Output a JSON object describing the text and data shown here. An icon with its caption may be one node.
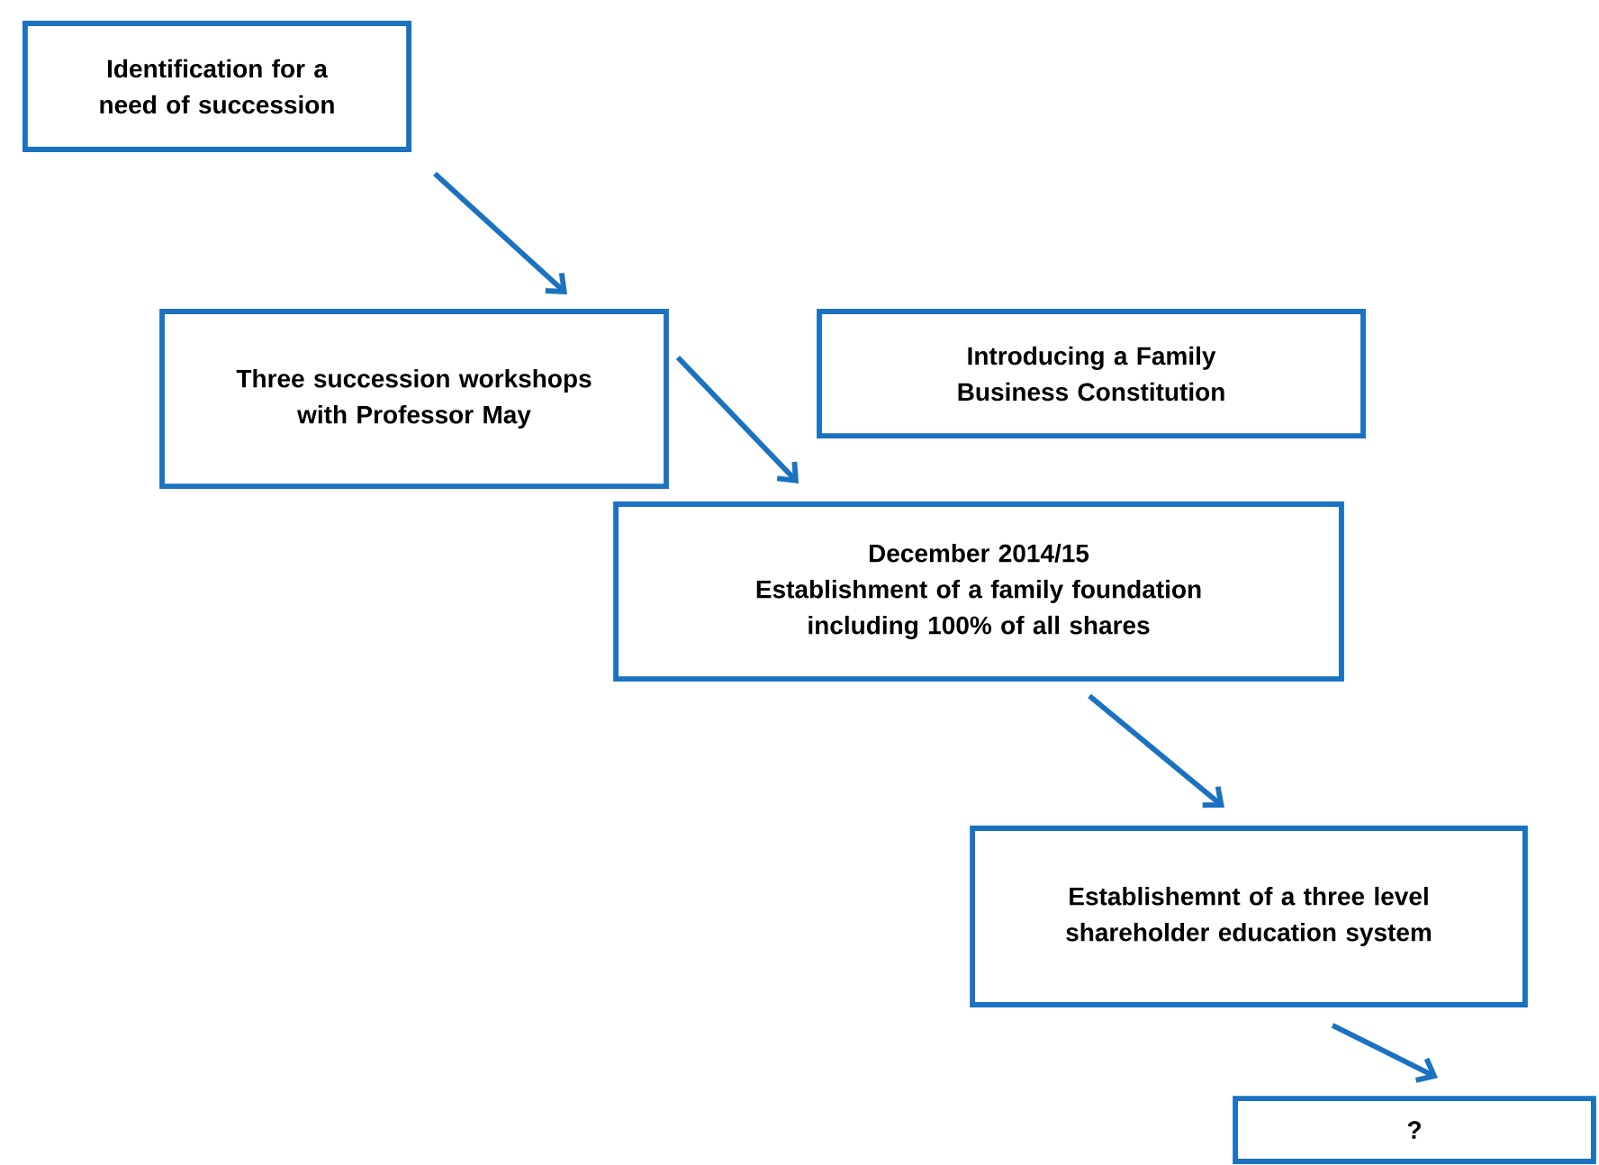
{
  "diagram": {
    "nodes": [
      {
        "text": [
          "Identification for a need of succession"
        ]
      },
      {
        "text": [
          "Three succession workshops with Professor May"
        ]
      },
      {
        "text": [
          "Introducing a Family Business Constitution"
        ]
      },
      {
        "text": [
          "December 2014/15",
          "Establishment of a family foundation including 100% of all shares"
        ]
      },
      {
        "text": [
          "Establishemnt of a three level shareholder education system"
        ]
      },
      {
        "text": [
          "?"
        ]
      }
    ],
    "edges": [
      {
        "from": 0,
        "to": 1,
        "arrow": "to"
      },
      {
        "from": 1,
        "to": 3,
        "arrow": "to"
      },
      {
        "from": 3,
        "to": 4,
        "arrow": "to"
      },
      {
        "from": 4,
        "to": 5,
        "arrow": "to"
      }
    ]
  }
}
